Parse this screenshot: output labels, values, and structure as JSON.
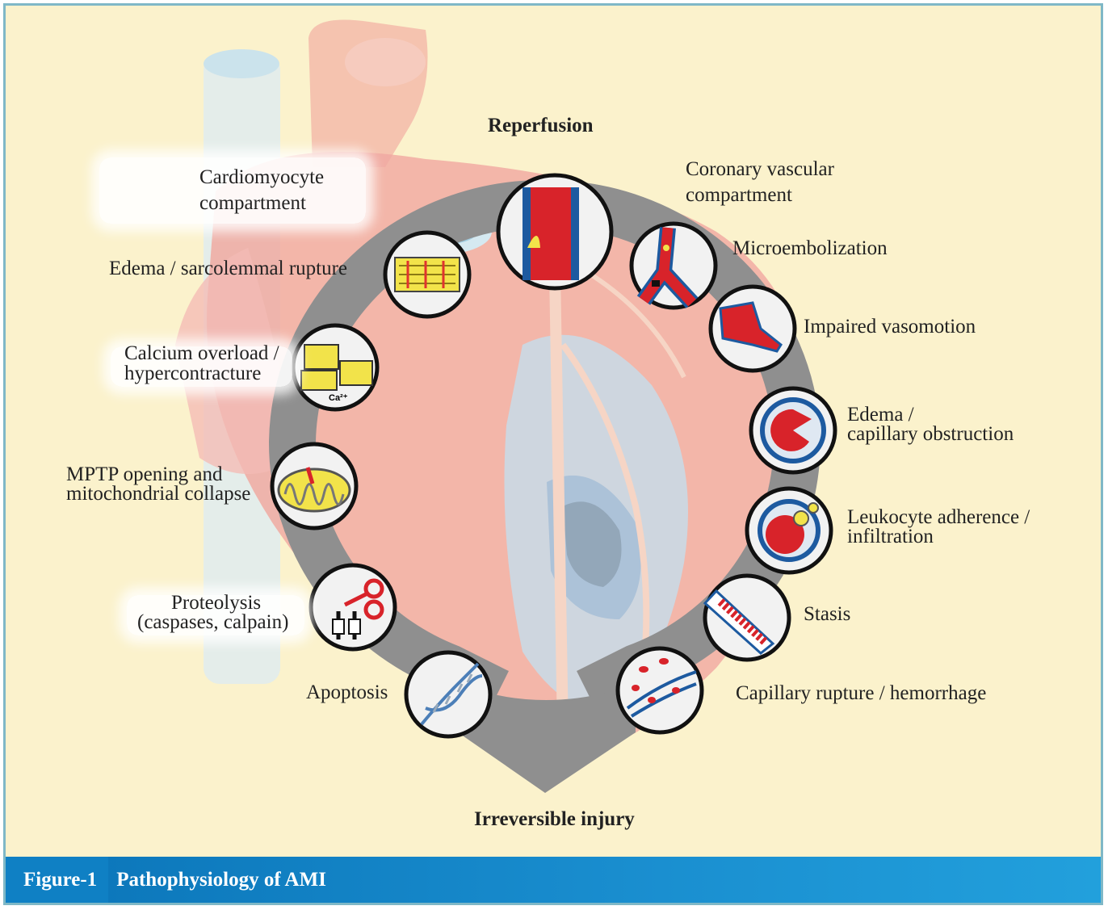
{
  "top_label": "Reperfusion",
  "bottom_label": "Irreversible injury",
  "left_compartment": {
    "title_line1": "Cardiomyocyte",
    "title_line2": "compartment",
    "items": [
      {
        "line1": "Edema / sarcolemmal rupture",
        "line2": ""
      },
      {
        "line1": "Calcium overload /",
        "line2": "hypercontracture"
      },
      {
        "line1": "MPTP opening and",
        "line2": "mitochondrial collapse"
      },
      {
        "line1": "Proteolysis",
        "line2": "(caspases, calpain)"
      },
      {
        "line1": "Apoptosis",
        "line2": ""
      }
    ]
  },
  "right_compartment": {
    "title_line1": "Coronary vascular",
    "title_line2": "compartment",
    "items": [
      {
        "line1": "Microembolization",
        "line2": ""
      },
      {
        "line1": "Impaired vasomotion",
        "line2": ""
      },
      {
        "line1": "Edema /",
        "line2": "capillary obstruction"
      },
      {
        "line1": "Leukocyte adherence /",
        "line2": "infiltration"
      },
      {
        "line1": "Stasis",
        "line2": ""
      },
      {
        "line1": "Capillary rupture / hemorrhage",
        "line2": ""
      }
    ]
  },
  "calcium_symbol": "Ca²⁺",
  "figure": {
    "number": "Figure-1",
    "title": "Pathophysiology of AMI"
  },
  "colors": {
    "background": "#fbf2cc",
    "ring": "#8f8f8f",
    "footer": "#1a8fd0",
    "vessel_red": "#d8232a",
    "myocyte_yellow": "#f2e34a"
  }
}
